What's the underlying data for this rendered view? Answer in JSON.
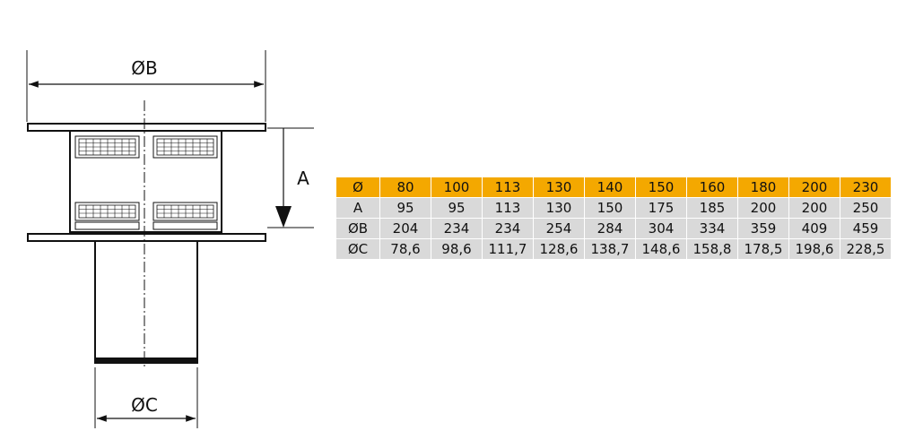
{
  "drawing": {
    "labels": {
      "b": "ØB",
      "a": "A",
      "c": "ØC"
    }
  },
  "table": {
    "header": {
      "label": "Ø",
      "values": [
        "80",
        "100",
        "113",
        "130",
        "140",
        "150",
        "160",
        "180",
        "200",
        "230"
      ]
    },
    "rows": [
      {
        "label": "A",
        "values": [
          "95",
          "95",
          "113",
          "130",
          "150",
          "175",
          "185",
          "200",
          "200",
          "250"
        ]
      },
      {
        "label": "ØB",
        "values": [
          "204",
          "234",
          "234",
          "254",
          "284",
          "304",
          "334",
          "359",
          "409",
          "459"
        ]
      },
      {
        "label": "ØC",
        "values": [
          "78,6",
          "98,6",
          "111,7",
          "128,6",
          "138,7",
          "148,6",
          "158,8",
          "178,5",
          "198,6",
          "228,5"
        ]
      }
    ]
  }
}
